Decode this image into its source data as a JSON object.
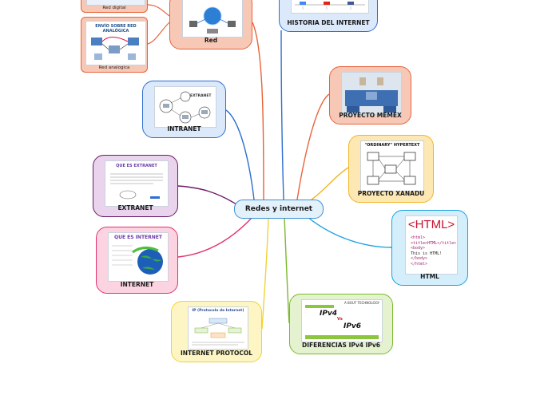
{
  "central_topic": "Redes y internet",
  "nodes": {
    "red": {
      "label": "Red"
    },
    "red_digital": {
      "label": "Red digital"
    },
    "red_analogica": {
      "label": "Red analogica",
      "image_title": "ENVÍO SOBRE RED ANALÓGICA"
    },
    "historia": {
      "label": "HISTORIA DEL INTERNET"
    },
    "intranet": {
      "label": "INTRANET",
      "image_title": "EXTRANET"
    },
    "memex": {
      "label": "PROYECTO MEMEX"
    },
    "xanadu": {
      "label": "PROYECTO XANADU",
      "image_title": "\"ORDINARY\" HYPERTEXT"
    },
    "extranet": {
      "label": "EXTRANET",
      "image_title": "QUE ES EXTRANET"
    },
    "html": {
      "label": "HTML",
      "image_title": "<HTML>",
      "code_lines": [
        "<html>",
        "<title>HTML</title>",
        "<body>",
        "This is HTML!",
        "</body>",
        "</html>"
      ]
    },
    "internet": {
      "label": "INTERNET",
      "image_title": "QUE ES INTERNET"
    },
    "ipv6": {
      "label": "DIFERENCIAS IPv4  IPv6",
      "image_text_a": "IPv4",
      "image_text_b": "IPv6",
      "image_text_vs": "Vs",
      "image_header": "A BOUT TECHNOLOGY"
    },
    "protocol": {
      "label": "INTERNET PROTOCOL",
      "image_title": "IP (Protocolo de Internet)"
    }
  },
  "colors": {
    "red_branch": "#e8623a",
    "historia_branch": "#2f6fcf",
    "intranet_branch": "#2f6fcf",
    "memex_branch": "#e8623a",
    "xanadu_branch": "#f2b526",
    "extranet_branch": "#6b1a66",
    "html_branch": "#1aa0e0",
    "internet_branch": "#e0336f",
    "ipv6_branch": "#7bb82e",
    "protocol_branch": "#f0d23a"
  }
}
